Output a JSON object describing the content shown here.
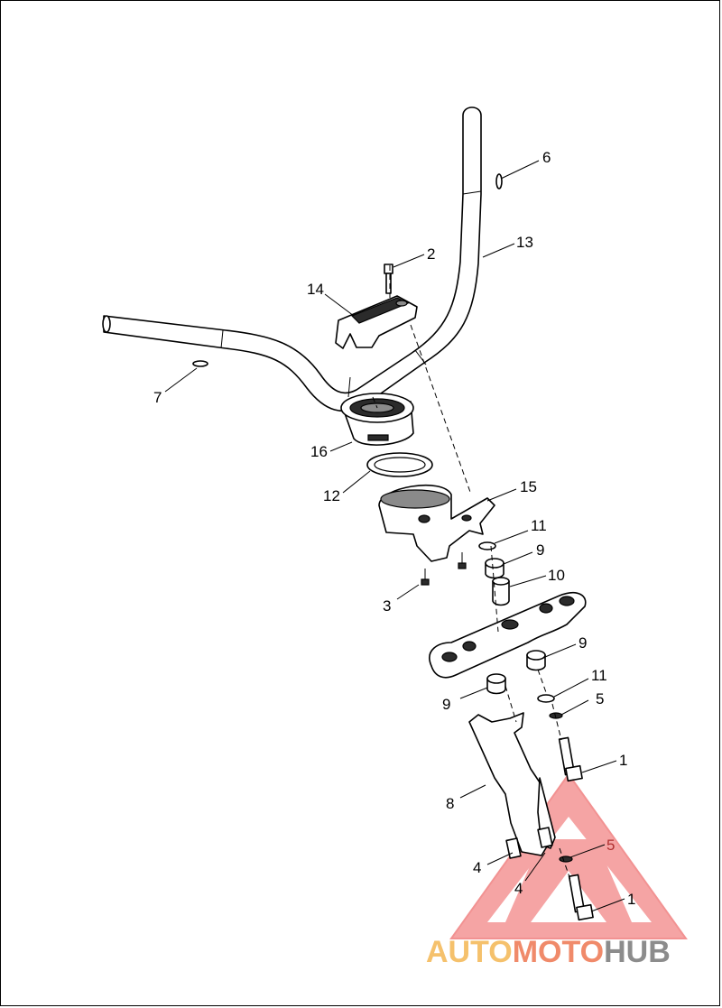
{
  "callouts": {
    "c1a": "1",
    "c1b": "1",
    "c2": "2",
    "c3": "3",
    "c4a": "4",
    "c4b": "4",
    "c5a": "5",
    "c5b": "5",
    "c6": "6",
    "c7": "7",
    "c8": "8",
    "c9a": "9",
    "c9b": "9",
    "c9c": "9",
    "c10": "10",
    "c11a": "11",
    "c11b": "11",
    "c12": "12",
    "c13": "13",
    "c14": "14",
    "c15": "15",
    "c16": "16"
  },
  "watermark": {
    "part1": "AUTO",
    "part2": "MOTO",
    "part3": "HUB",
    "color_auto": "#f5c16c",
    "color_moto": "#f08a6a",
    "color_hub": "#8c8c8c",
    "logo_color": "#e83a3a"
  }
}
